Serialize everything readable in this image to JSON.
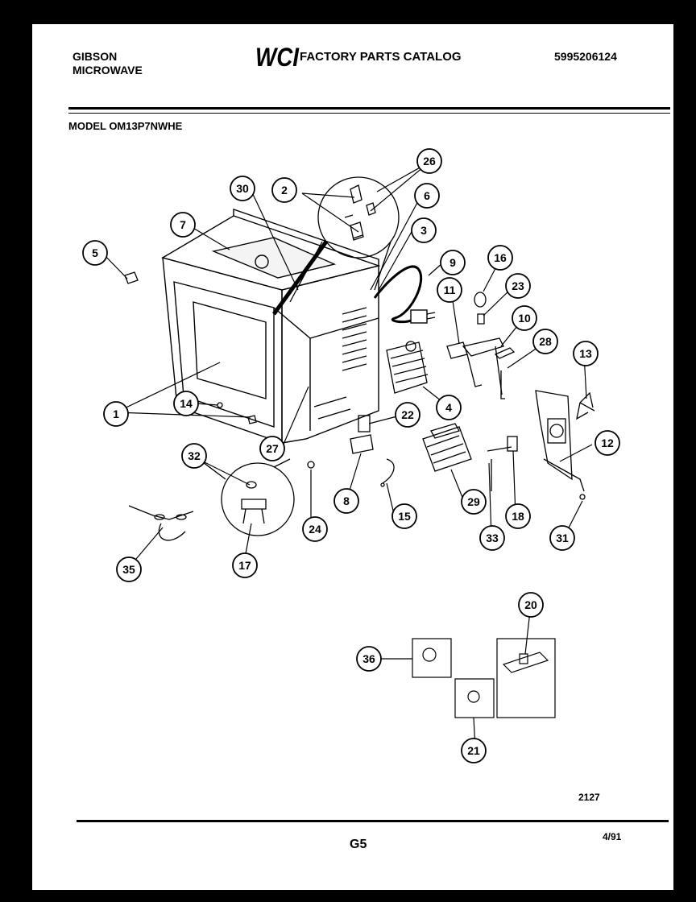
{
  "header": {
    "brand_line1": "GIBSON",
    "brand_line2": "MICROWAVE",
    "logo_text": "WCI",
    "catalog_title": "FACTORY PARTS CATALOG",
    "part_number": "5995206124",
    "model_label": "MODEL OM13P7NWHE"
  },
  "footer": {
    "figure_number": "2127",
    "page_number": "G5",
    "date": "4/91"
  },
  "callouts": [
    "1",
    "2",
    "3",
    "4",
    "5",
    "6",
    "7",
    "8",
    "9",
    "10",
    "11",
    "12",
    "13",
    "14",
    "15",
    "16",
    "17",
    "18",
    "20",
    "21",
    "22",
    "23",
    "24",
    "26",
    "27",
    "28",
    "29",
    "30",
    "31",
    "32",
    "33",
    "35",
    "36"
  ]
}
